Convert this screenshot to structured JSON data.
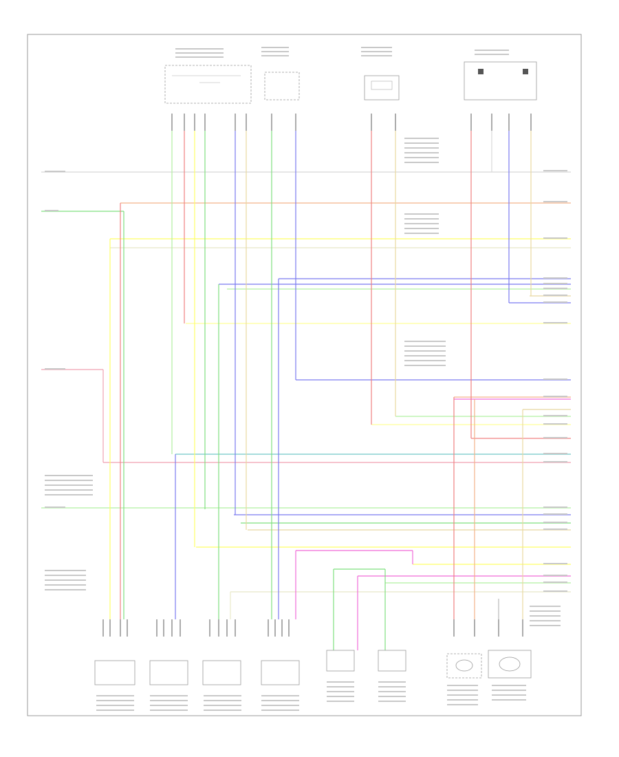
{
  "diagram": {
    "page_label": "",
    "colors": {
      "green": "#7ee07e",
      "orange": "#f4b28a",
      "yellow": "#ffff66",
      "blue": "#7a7af0",
      "red": "#f08080",
      "pink": "#f06ad8",
      "gray": "#b8b8b8",
      "lt_green": "#b0f0a0",
      "tan": "#e8d8a0",
      "teal": "#70c8c8"
    },
    "components": [
      {
        "id": "top-connector-1",
        "label": ""
      },
      {
        "id": "top-connector-2",
        "label": ""
      },
      {
        "id": "top-connector-3",
        "label": ""
      },
      {
        "id": "top-connector-4",
        "label": ""
      },
      {
        "id": "bottom-module-1",
        "label": ""
      },
      {
        "id": "bottom-module-2",
        "label": ""
      },
      {
        "id": "bottom-module-3",
        "label": ""
      },
      {
        "id": "bottom-module-4",
        "label": ""
      },
      {
        "id": "bottom-module-5",
        "label": ""
      },
      {
        "id": "bottom-module-6",
        "label": ""
      },
      {
        "id": "bottom-sensor-1",
        "label": ""
      },
      {
        "id": "bottom-sensor-2",
        "label": ""
      }
    ]
  }
}
